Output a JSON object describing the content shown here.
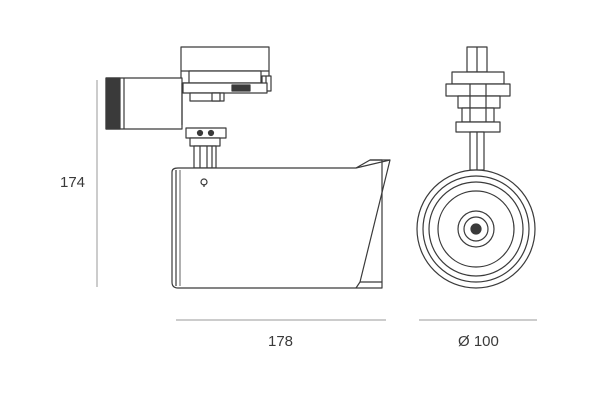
{
  "dimensions": {
    "height": "174",
    "width": "178",
    "diameter": "Ø 100"
  },
  "colors": {
    "line": "#3a3a3a",
    "dim_line": "#9a9a9a",
    "fill": "#ffffff"
  }
}
